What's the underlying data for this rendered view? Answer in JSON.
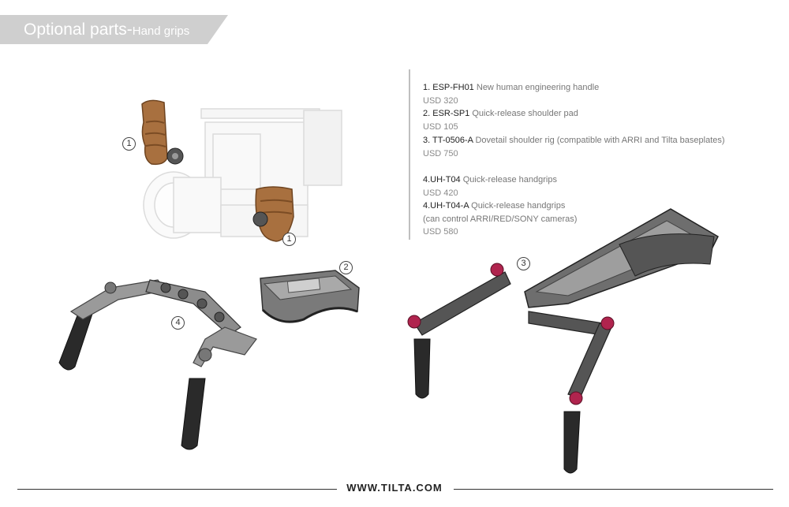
{
  "header": {
    "title_main": "Optional parts-",
    "title_sub": "Hand grips"
  },
  "specs": [
    {
      "code": "1. ESP-FH01",
      "desc": " New human engineering handle"
    },
    {
      "price": "USD 320"
    },
    {
      "code": "2. ESR-SP1",
      "desc": " Quick-release shoulder pad"
    },
    {
      "price": "USD 105"
    },
    {
      "code": "3. TT-0506-A",
      "desc": " Dovetail shoulder rig (compatible with ARRI and Tilta baseplates)"
    },
    {
      "price": "USD 750"
    },
    {
      "code": "4.UH-T04",
      "desc": " Quick-release handgrips"
    },
    {
      "price": "USD 420"
    },
    {
      "code": "4.UH-T04-A",
      "desc": " Quick-release handgrips"
    },
    {
      "desc": "(can control ARRI/RED/SONY cameras)"
    },
    {
      "price": "USD 580"
    }
  ],
  "callouts": {
    "c1a": "1",
    "c1b": "1",
    "c2": "2",
    "c3": "3",
    "c4": "4"
  },
  "footer": {
    "website": "WWW.TILTA.COM"
  },
  "colors": {
    "banner": "#cfcfcf",
    "wood": "#a8703f",
    "metal": "#8a8a8a",
    "knob": "#b0244e"
  }
}
